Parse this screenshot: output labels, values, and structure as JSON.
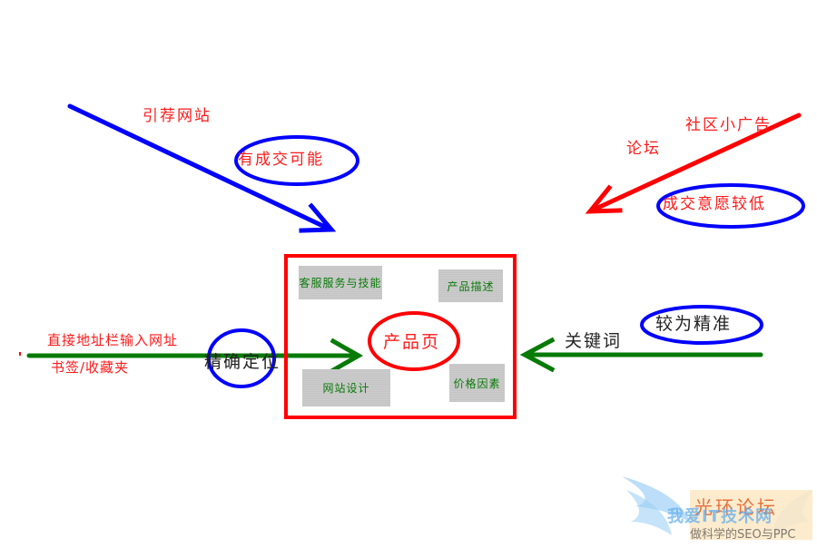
{
  "diagram": {
    "center": {
      "title": "产品页",
      "factors": [
        {
          "label": "客服服务与技能"
        },
        {
          "label": "产品描述"
        },
        {
          "label": "网站设计"
        },
        {
          "label": "价格因素"
        }
      ]
    },
    "sources": {
      "referral": {
        "label": "引荐网站",
        "note": "有成交可能"
      },
      "community": {
        "label_1": "社区小广告",
        "label_2": "论坛",
        "note": "成交意愿较低"
      },
      "direct": {
        "label_1": "直接地址栏输入网址",
        "label_2": "书签/收藏夹",
        "note": "精确定位"
      },
      "keyword": {
        "label": "关键词",
        "note": "较为精准"
      }
    },
    "colors": {
      "blue_arrow": "#0000ff",
      "red_arrow": "#ff0000",
      "green_arrow": "#077a07",
      "center_box": "#ff0000",
      "factor_bg": "#c8c8c8",
      "factor_text": "#0a7a0a",
      "label_red": "#ff1a1a"
    }
  },
  "watermark": {
    "title": "光环论坛",
    "site": "我爱IT技术网",
    "slogan": "做科学的SEO与PPC"
  }
}
